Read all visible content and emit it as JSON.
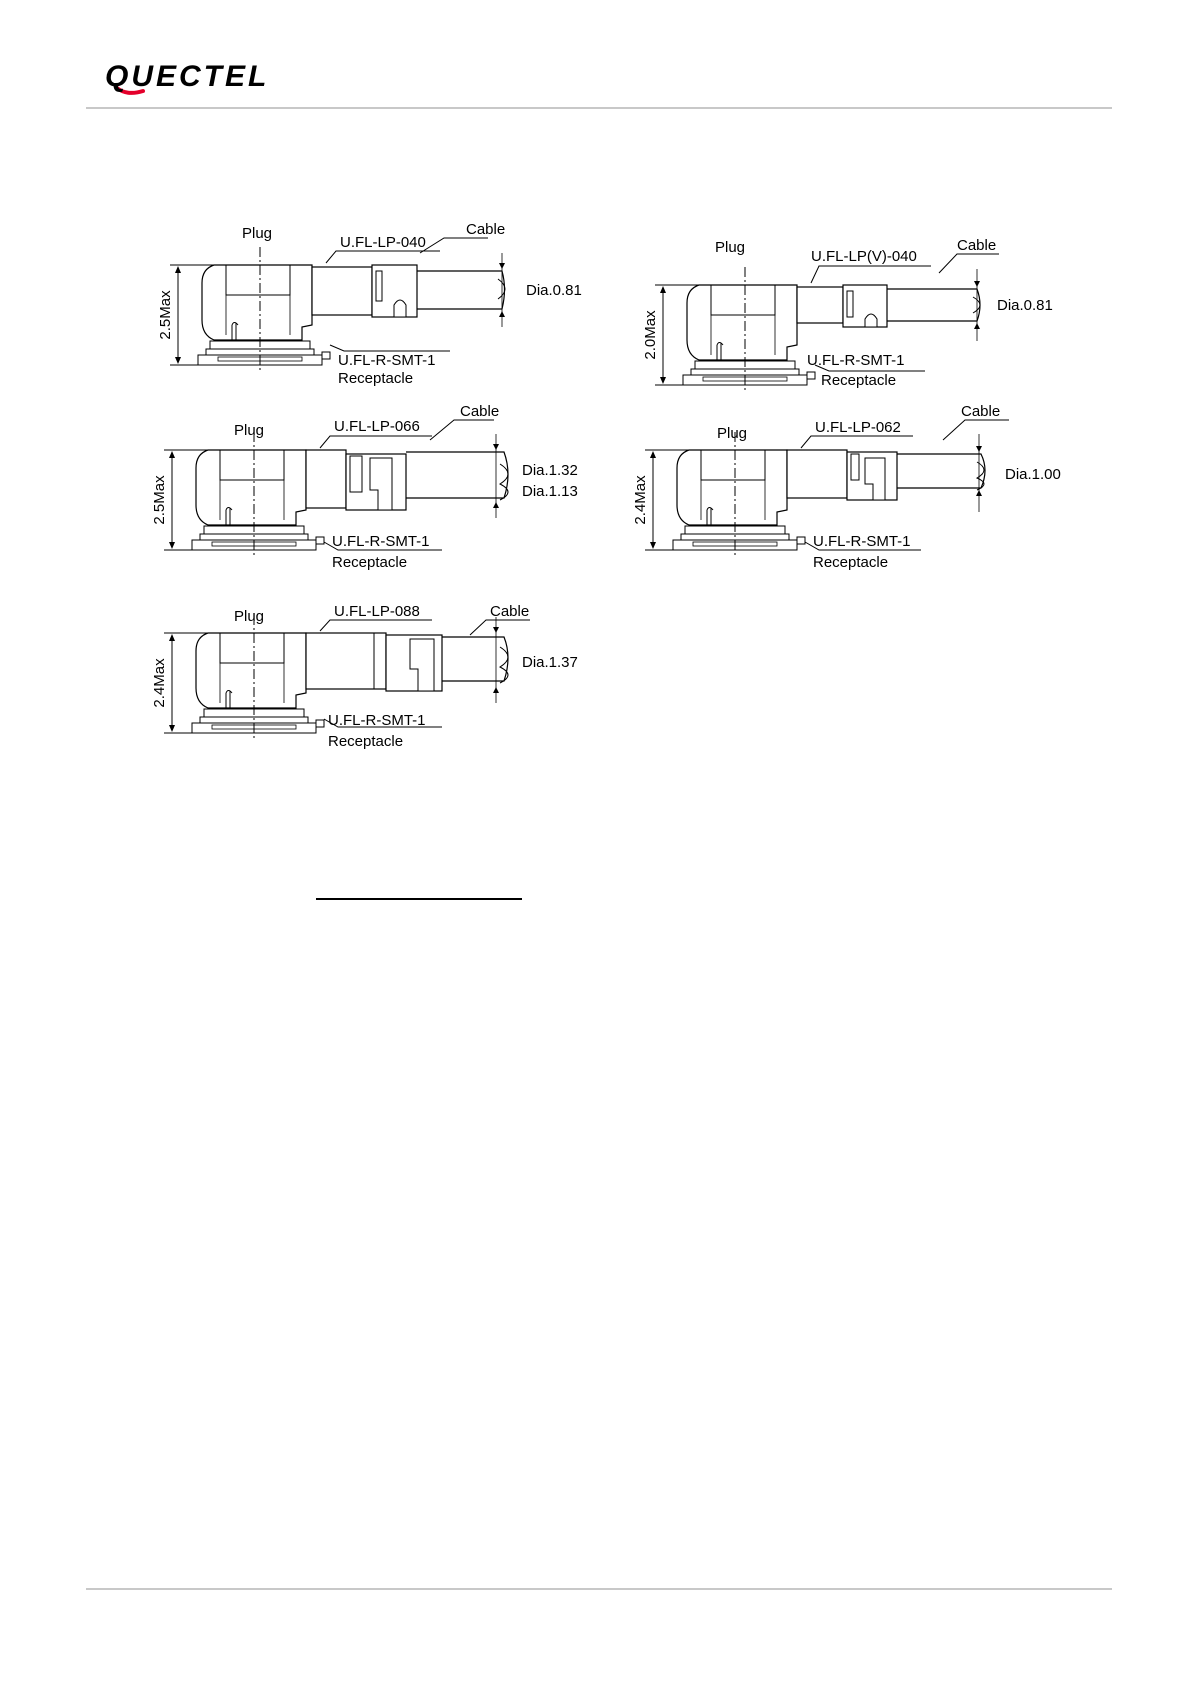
{
  "header": {
    "logo_text": "QUECTEL",
    "logo_color": "#111111",
    "logo_swoosh_color": "#e4002b"
  },
  "figure": {
    "diagrams": [
      {
        "height": "2.5Max",
        "plug": "Plug",
        "plug_part": "U.FL-LP-040",
        "cable": "Cable",
        "dia": [
          "Dia.0.81"
        ],
        "receptacle_part": "U.FL-R-SMT-1",
        "receptacle": "Receptacle"
      },
      {
        "height": "2.0Max",
        "plug": "Plug",
        "plug_part": "U.FL-LP(V)-040",
        "cable": "Cable",
        "dia": [
          "Dia.0.81"
        ],
        "receptacle_part": "U.FL-R-SMT-1",
        "receptacle": "Receptacle"
      },
      {
        "height": "2.5Max",
        "plug": "Plug",
        "plug_part": "U.FL-LP-066",
        "cable": "Cable",
        "dia": [
          "Dia.1.32",
          "Dia.1.13"
        ],
        "receptacle_part": "U.FL-R-SMT-1",
        "receptacle": "Receptacle"
      },
      {
        "height": "2.4Max",
        "plug": "Plug",
        "plug_part": "U.FL-LP-062",
        "cable": "Cable",
        "dia": [
          "Dia.1.00"
        ],
        "receptacle_part": "U.FL-R-SMT-1",
        "receptacle": "Receptacle"
      },
      {
        "height": "2.4Max",
        "plug": "Plug",
        "plug_part": "U.FL-LP-088",
        "cable": "Cable",
        "dia": [
          "Dia.1.37"
        ],
        "receptacle_part": "U.FL-R-SMT-1",
        "receptacle": "Receptacle"
      }
    ]
  }
}
